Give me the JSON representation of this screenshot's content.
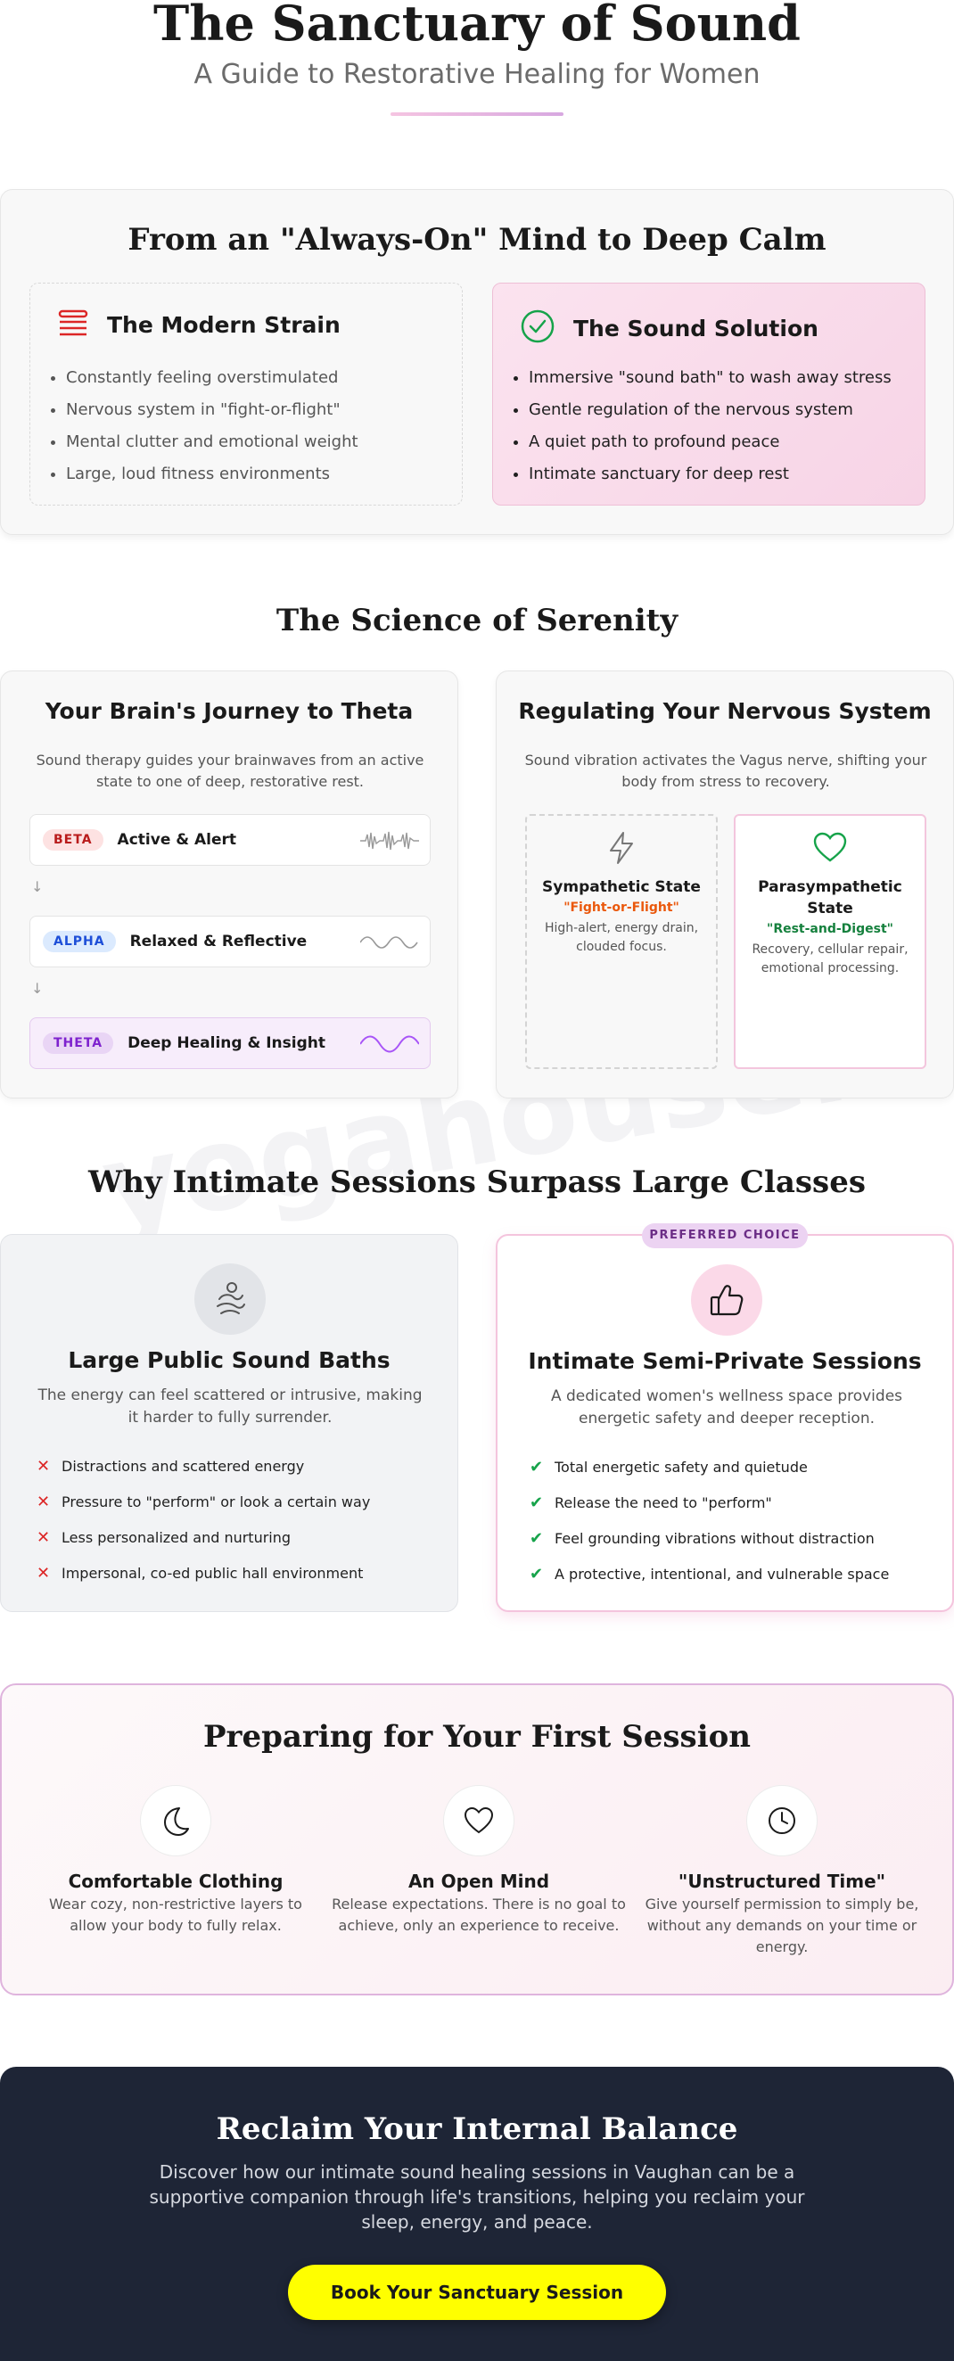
{
  "watermark": "yogahouse.ca",
  "header": {
    "title": "The Sanctuary of Sound",
    "subtitle": "A Guide to Restorative Healing for Women"
  },
  "calm": {
    "title": "From an \"Always-On\" Mind to Deep Calm",
    "strain": {
      "title": "The Modern Strain",
      "items": [
        "Constantly feeling overstimulated",
        "Nervous system in \"fight-or-flight\"",
        "Mental clutter and emotional weight",
        "Large, loud fitness environments"
      ]
    },
    "solution": {
      "title": "The Sound Solution",
      "items": [
        "Immersive \"sound bath\" to wash away stress",
        "Gentle regulation of the nervous system",
        "A quiet path to profound peace",
        "Intimate sanctuary for deep rest"
      ]
    }
  },
  "science": {
    "title": "The Science of Serenity",
    "brain": {
      "title": "Your Brain's Journey to Theta",
      "description": "Sound therapy guides your brainwaves from an active state to one of deep, restorative rest.",
      "arrow": "↓",
      "waves": [
        {
          "badge": "BETA",
          "label": "Active & Alert"
        },
        {
          "badge": "ALPHA",
          "label": "Relaxed & Reflective"
        },
        {
          "badge": "THETA",
          "label": "Deep Healing & Insight"
        }
      ]
    },
    "nervous": {
      "title": "Regulating Your Nervous System",
      "description": "Sound vibration activates the Vagus nerve, shifting your body from stress to recovery.",
      "sympathetic": {
        "name": "Sympathetic State",
        "quote": "\"Fight-or-Flight\"",
        "text": "High-alert, energy drain, clouded focus."
      },
      "parasympathetic": {
        "name": "Parasympathetic State",
        "quote": "\"Rest-and-Digest\"",
        "text": "Recovery, cellular repair, emotional processing."
      }
    }
  },
  "compare": {
    "title": "Why Intimate Sessions Surpass Large Classes",
    "public": {
      "title": "Large Public Sound Baths",
      "description": "The energy can feel scattered or intrusive, making it harder to fully surrender.",
      "mark": "✕",
      "items": [
        "Distractions and scattered energy",
        "Pressure to \"perform\" or look a certain way",
        "Less personalized and nurturing",
        "Impersonal, co-ed public hall environment"
      ]
    },
    "private": {
      "badge": "PREFERRED CHOICE",
      "title": "Intimate Semi-Private Sessions",
      "description": "A dedicated women's wellness space provides energetic safety and deeper reception.",
      "mark": "✔",
      "items": [
        "Total energetic safety and quietude",
        "Release the need to \"perform\"",
        "Feel grounding vibrations without distraction",
        "A protective, intentional, and vulnerable space"
      ]
    }
  },
  "prepare": {
    "title": "Preparing for Your First Session",
    "items": [
      {
        "icon": "moon-icon",
        "title": "Comfortable Clothing",
        "text": "Wear cozy, non-restrictive layers to allow your body to fully relax."
      },
      {
        "icon": "heart-icon",
        "title": "An Open Mind",
        "text": "Release expectations. There is no goal to achieve, only an experience to receive."
      },
      {
        "icon": "clock-icon",
        "title": "\"Unstructured Time\"",
        "text": "Give yourself permission to simply be, without any demands on your time or energy."
      }
    ]
  },
  "cta": {
    "title": "Reclaim Your Internal Balance",
    "text": "Discover how our intimate sound healing sessions in Vaughan can be a supportive companion through life's transitions, helping you reclaim your sleep, energy, and peace.",
    "button": "Book Your Sanctuary Session"
  },
  "colors": {
    "accent_pink": "#f7d4e6",
    "beta": "#dc2626",
    "alpha": "#1d4ed8",
    "theta": "#7e22ce",
    "fight_orange": "#ea580c",
    "rest_green": "#15803d",
    "cta_yellow": "#ffff00",
    "dark_bg": "#1e2536"
  }
}
